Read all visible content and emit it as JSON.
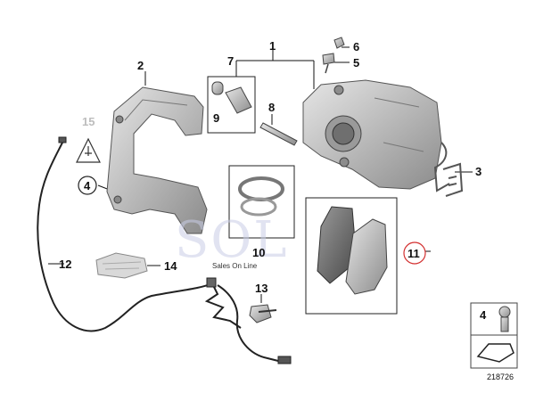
{
  "labels": {
    "l1": "1",
    "l2": "2",
    "l3": "3",
    "l4": "4",
    "l5": "5",
    "l6": "6",
    "l7": "7",
    "l8": "8",
    "l9": "9",
    "l10": "10",
    "l11": "11",
    "l12": "12",
    "l13": "13",
    "l14": "14",
    "l15": "15",
    "key_label": "4"
  },
  "watermark": {
    "logo_text": "SOL",
    "tagline": "Sales On Line"
  },
  "diagram_number": "218726",
  "colors": {
    "highlight_circle": "#d32f2f",
    "watermark_blue": "#8a93cc",
    "faded_label": "#bdbdbd"
  }
}
